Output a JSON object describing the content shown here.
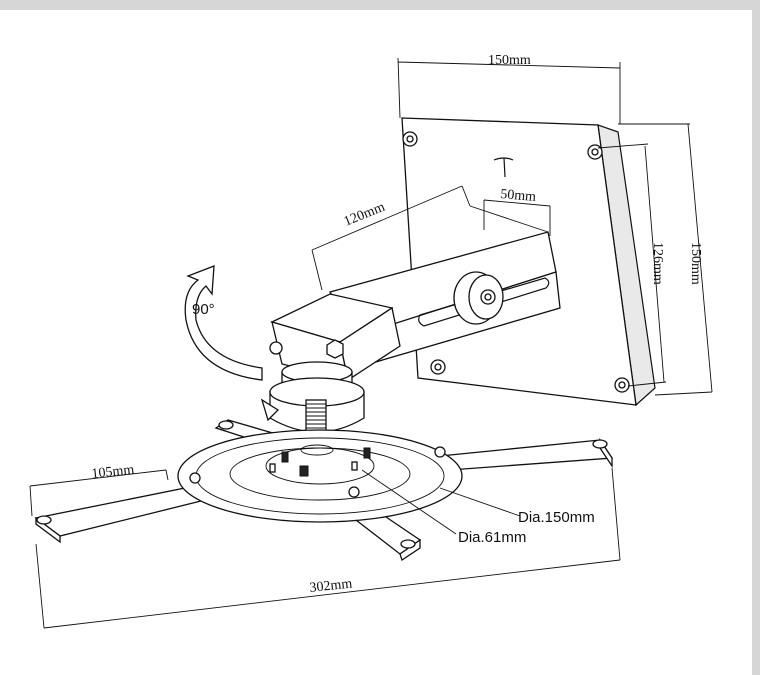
{
  "dimensions": {
    "plate_width": "150mm",
    "plate_height": "150mm",
    "hole_spacing": "126mm",
    "arm_length": "120mm",
    "slot_length": "50mm",
    "leg_length": "105mm",
    "total_span": "302mm"
  },
  "labels": {
    "rotation": "90°",
    "outer_ring": "Dia.150mm",
    "inner_ring": "Dia.61mm"
  },
  "colors": {
    "line": "#111111",
    "background": "#ffffff",
    "frame_bars": "#d6d6d6"
  }
}
